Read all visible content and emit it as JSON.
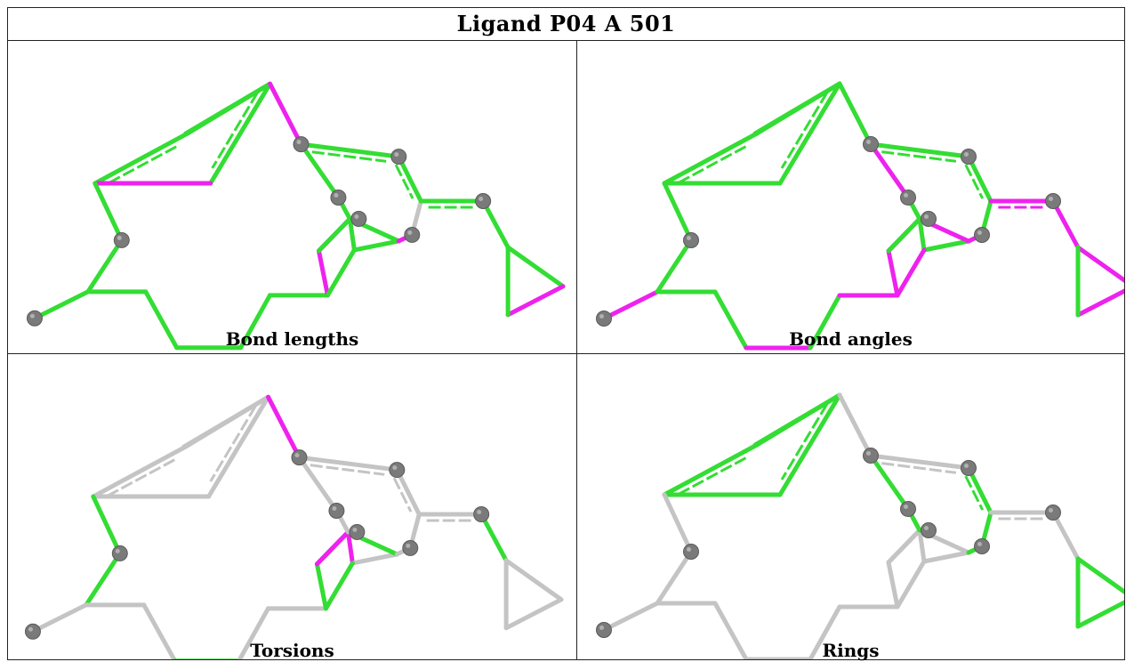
{
  "title": "Ligand P04 A 501",
  "colors": {
    "green": "#33dd33",
    "magenta": "#ee22ee",
    "gray": "#c4c4c4",
    "atom": "#7a7a7a"
  },
  "panels": [
    {
      "caption": "Bond lengths",
      "bonds": [
        "green",
        "green",
        "green",
        "green",
        "green",
        "magenta",
        "green",
        "green",
        "green",
        "green",
        "green",
        "green",
        "green",
        "green",
        "magenta",
        "magenta",
        "green",
        "green",
        "green",
        "green",
        "green",
        "magenta",
        "green",
        "green",
        "green",
        "green",
        "gray",
        "magenta",
        "green",
        "green",
        "green",
        "magenta",
        "green"
      ]
    },
    {
      "caption": "Bond angles",
      "bonds": [
        "green",
        "green",
        "green",
        "green",
        "green",
        "green",
        "green",
        "green",
        "magenta",
        "green",
        "green",
        "magenta",
        "green",
        "magenta",
        "magenta",
        "magenta",
        "green",
        "green",
        "magenta",
        "magenta",
        "green",
        "green",
        "green",
        "magenta",
        "green",
        "green",
        "green",
        "magenta",
        "magenta",
        "magenta",
        "magenta",
        "magenta",
        "green"
      ]
    },
    {
      "caption": "Torsions",
      "bonds": [
        "gray",
        "gray",
        "gray",
        "gray",
        "gray",
        "gray",
        "green",
        "green",
        "gray",
        "gray",
        "gray",
        "green",
        "gray",
        "gray",
        "green",
        "magenta",
        "magenta",
        "gray",
        "green",
        "green",
        "magenta",
        "magenta",
        "gray",
        "gray",
        "gray",
        "gray",
        "gray",
        "gray",
        "gray",
        "green",
        "gray",
        "gray",
        "gray"
      ]
    },
    {
      "caption": "Rings",
      "bonds": [
        "green",
        "green",
        "green",
        "green",
        "green",
        "green",
        "gray",
        "gray",
        "gray",
        "gray",
        "gray",
        "gray",
        "gray",
        "gray",
        "gray",
        "gray",
        "gray",
        "gray",
        "gray",
        "gray",
        "gray",
        "gray",
        "gray",
        "green",
        "green",
        "green",
        "green",
        "green",
        "gray",
        "gray",
        "green",
        "green",
        "green"
      ]
    }
  ]
}
